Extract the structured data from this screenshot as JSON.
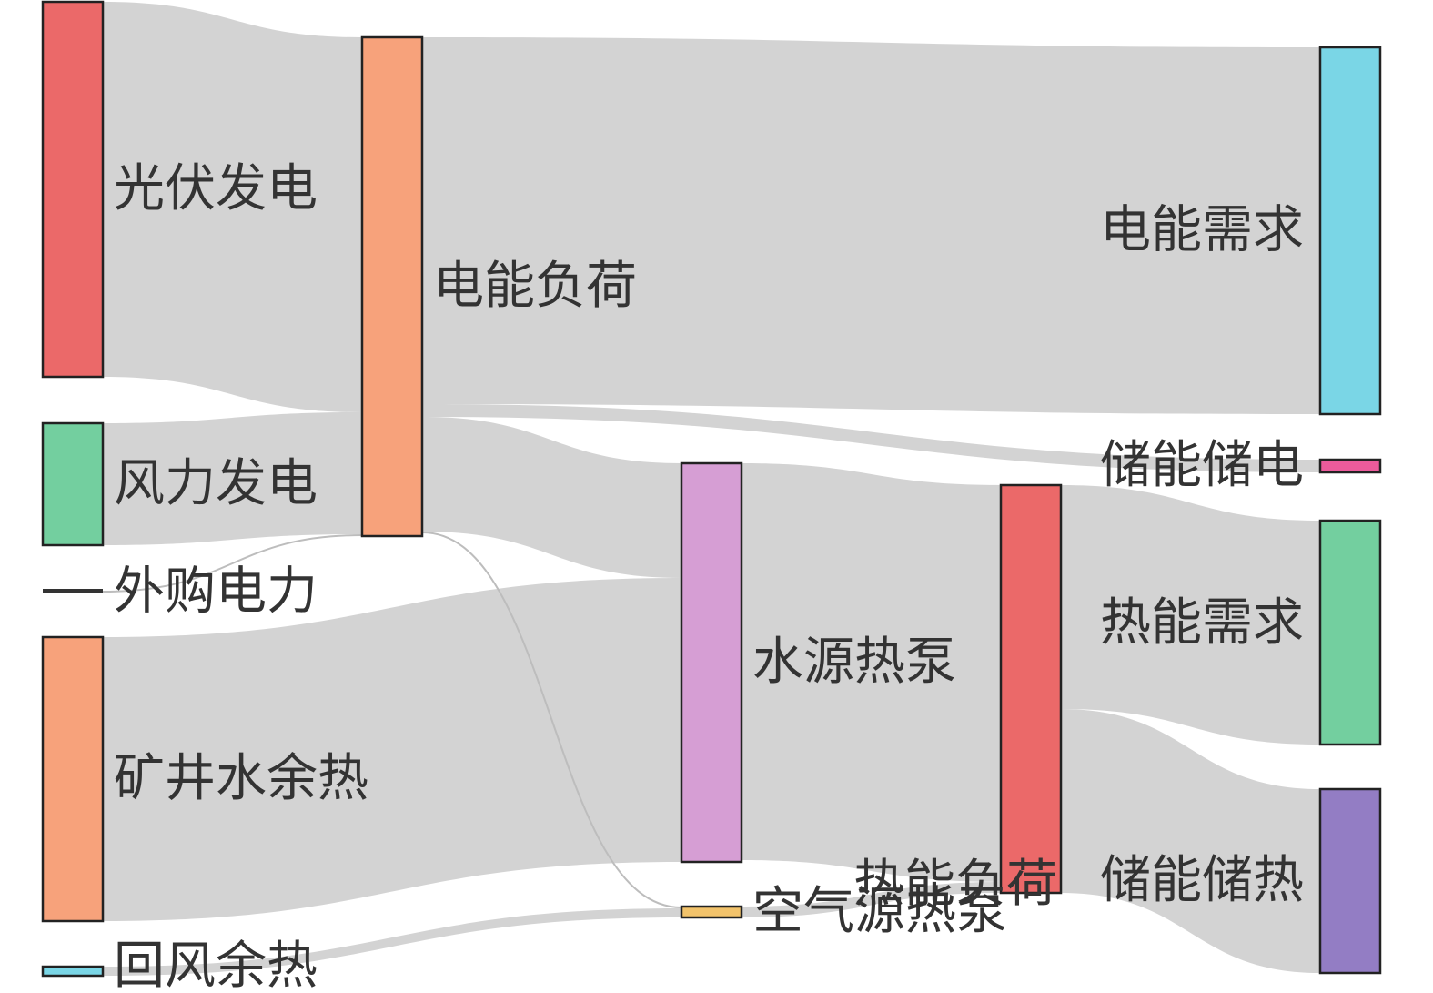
{
  "diagram": {
    "type": "sankey",
    "link_color": "#d3d3d3",
    "nodes": [
      {
        "id": "pv",
        "label": "光伏发电",
        "color": "#eb6969"
      },
      {
        "id": "wind",
        "label": "风力发电",
        "color": "#73cf9f"
      },
      {
        "id": "grid",
        "label": "外购电力",
        "color": "#333333"
      },
      {
        "id": "mine",
        "label": "矿井水余热",
        "color": "#f7a27b"
      },
      {
        "id": "air",
        "label": "回风余热",
        "color": "#7ad6e6"
      },
      {
        "id": "eload",
        "label": "电能负荷",
        "color": "#f7a27b"
      },
      {
        "id": "wshp",
        "label": "水源热泵",
        "color": "#d69ed4"
      },
      {
        "id": "ashp",
        "label": "空气源热泵",
        "color": "#f2c36b"
      },
      {
        "id": "hload",
        "label": "热能负荷",
        "color": "#eb6969"
      },
      {
        "id": "edemand",
        "label": "电能需求",
        "color": "#7ad6e6"
      },
      {
        "id": "estore",
        "label": "储能储电",
        "color": "#eb5b9b"
      },
      {
        "id": "hdemand",
        "label": "热能需求",
        "color": "#73cf9f"
      },
      {
        "id": "hstore",
        "label": "储能储热",
        "color": "#937dc4"
      }
    ],
    "links": [
      {
        "source": "pv",
        "target": "eload",
        "value": 412
      },
      {
        "source": "wind",
        "target": "eload",
        "value": 134
      },
      {
        "source": "grid",
        "target": "eload",
        "value": 2
      },
      {
        "source": "mine",
        "target": "wshp",
        "value": 312
      },
      {
        "source": "air",
        "target": "ashp",
        "value": 10
      },
      {
        "source": "eload",
        "target": "edemand",
        "value": 403
      },
      {
        "source": "eload",
        "target": "estore",
        "value": 14
      },
      {
        "source": "eload",
        "target": "wshp",
        "value": 126
      },
      {
        "source": "eload",
        "target": "ashp",
        "value": 2
      },
      {
        "source": "wshp",
        "target": "hload",
        "value": 436
      },
      {
        "source": "ashp",
        "target": "hload",
        "value": 12
      },
      {
        "source": "hload",
        "target": "hdemand",
        "value": 246
      },
      {
        "source": "hload",
        "target": "hstore",
        "value": 202
      }
    ]
  }
}
